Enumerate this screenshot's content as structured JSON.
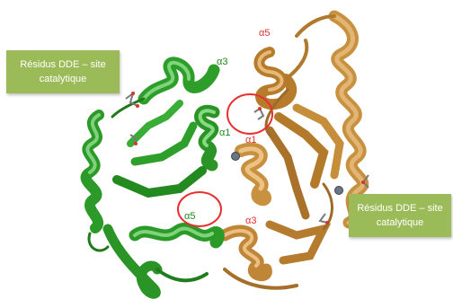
{
  "callouts": {
    "left": {
      "line1": "Résidus DDE – site",
      "line2": "catalytique"
    },
    "right": {
      "line1": "Résidus DDE – site",
      "line2": "catalytique"
    }
  },
  "helix_labels": {
    "green_a3": "α3",
    "green_a1": "α1",
    "green_a5": "α5",
    "orange_a5": "α5",
    "orange_a1": "α1",
    "orange_a3": "α3"
  },
  "colors": {
    "callout_bg": "#9bbb59",
    "green_chain": "#2e9e2a",
    "orange_chain": "#c8913f",
    "label_green": "#1a8a1a",
    "label_red": "#e03030",
    "circle": "#e83030"
  }
}
